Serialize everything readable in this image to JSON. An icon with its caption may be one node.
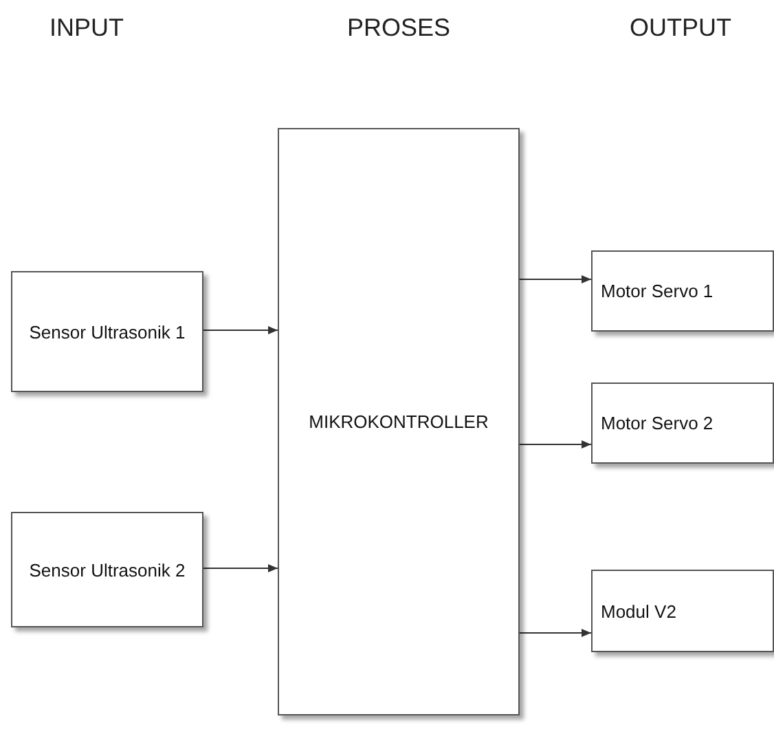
{
  "diagram": {
    "nodes": [
      {
        "text": [
          "Sensor Ultrasonik 1"
        ]
      },
      {
        "text": [
          "Sensor Ultrasonik 2"
        ]
      },
      {
        "text": [
          "MIKROKONTROLLER"
        ]
      },
      {
        "text": [
          "Motor Servo 1"
        ]
      },
      {
        "text": [
          "Motor Servo 2"
        ]
      },
      {
        "text": [
          "Modul V2"
        ]
      }
    ],
    "edges": [
      {
        "from": 0,
        "to": 2,
        "arrow": "to"
      },
      {
        "from": 1,
        "to": 2,
        "arrow": "to"
      },
      {
        "from": 2,
        "to": 3,
        "arrow": "to"
      },
      {
        "from": 2,
        "to": 4,
        "arrow": "to"
      },
      {
        "from": 2,
        "to": 5,
        "arrow": "to"
      }
    ],
    "labels": [
      "INPUT",
      "PROSES",
      "OUTPUT"
    ]
  }
}
